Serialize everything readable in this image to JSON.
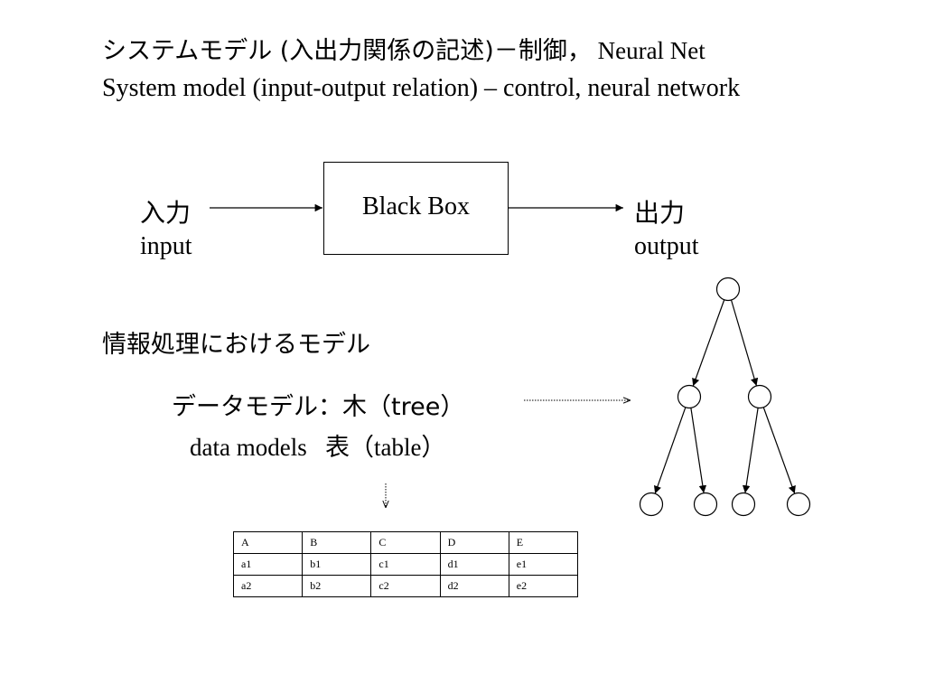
{
  "title": {
    "line1_jp": "システムモデル (入出力関係の記述)－制御，",
    "line1_en": " Neural Net",
    "line2": "System model (input-output relation) – control, neural network"
  },
  "black_box": {
    "label": "Black Box",
    "input_jp": "入力",
    "input_en": "input",
    "output_jp": "出力",
    "output_en": "output"
  },
  "info_model": {
    "heading": "情報処理におけるモデル",
    "data_model_jp": "データモデル：木（tree）",
    "data_model_en": "data models   表（table）"
  },
  "table": {
    "rows": [
      [
        "A",
        "B",
        "C",
        "D",
        "E"
      ],
      [
        "a1",
        "b1",
        "c1",
        "d1",
        "e1"
      ],
      [
        "a2",
        "b2",
        "c2",
        "d2",
        "e2"
      ]
    ]
  }
}
